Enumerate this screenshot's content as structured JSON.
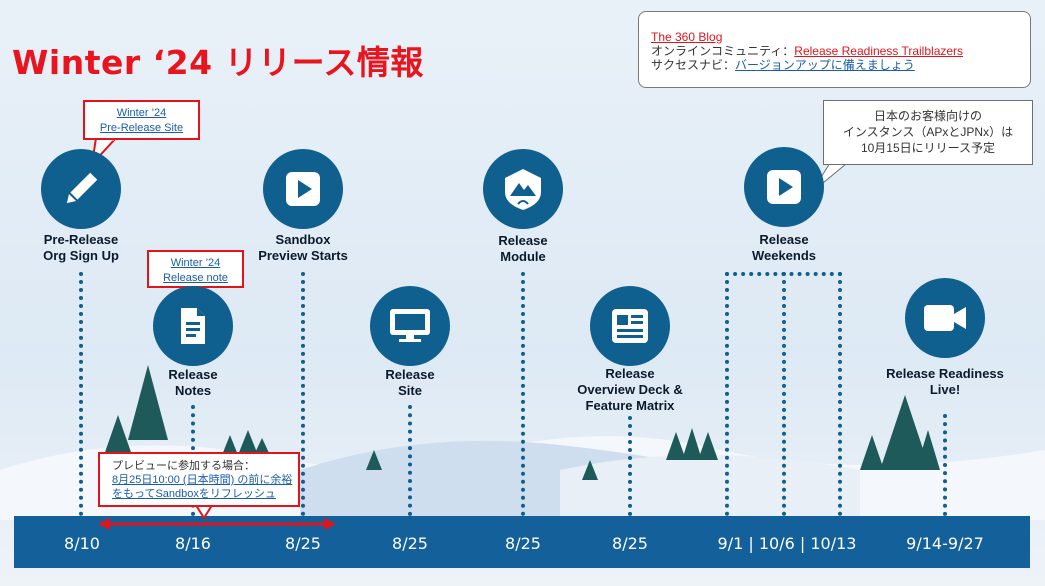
{
  "title": "Winter ‘24 リリース情報",
  "blog_box": {
    "line1": "The 360 Blog",
    "line2_prefix": "オンラインコミュニティ：",
    "line2_link": "Release Readiness Trailblazers",
    "line3_prefix": "サクセスナビ：",
    "line3_link": "バージョンアップに備えましょう"
  },
  "note_box": {
    "line1": "日本のお客様向けの",
    "line2": "インスタンス（APxとJPNx）は",
    "line3": "10月15日にリリース予定"
  },
  "callouts": {
    "prerelease_site_1": "Winter ’24",
    "prerelease_site_2": "Pre-Release Site",
    "release_note_1": "Winter ’24",
    "release_note_2": "Release note"
  },
  "preview_box": {
    "line1": "プレビューに参加する場合：",
    "line2": "8月25日10:00 (日本時間) の前に余裕",
    "line3": "をもってSandboxをリフレッシュ"
  },
  "milestones": [
    {
      "line1": "Pre-Release",
      "line2": "Org Sign Up",
      "icon": "pencil-icon"
    },
    {
      "line1": "Release",
      "line2": "Notes",
      "icon": "document-icon"
    },
    {
      "line1": "Sandbox",
      "line2": "Preview Starts",
      "icon": "play-icon"
    },
    {
      "line1": "Release",
      "line2": "Site",
      "icon": "monitor-icon"
    },
    {
      "line1": "Release",
      "line2": "Module",
      "icon": "trailhead-icon"
    },
    {
      "line1": "Release",
      "line2": "Overview Deck &",
      "line3": "Feature Matrix",
      "icon": "news-icon"
    },
    {
      "line1": "Release",
      "line2": "Weekends",
      "icon": "play-icon"
    },
    {
      "line1": "Release Readiness",
      "line2": "Live!",
      "icon": "video-icon"
    }
  ],
  "dates": [
    "8/10",
    "8/16",
    "8/25",
    "8/25",
    "8/25",
    "8/25",
    "9/1 | 10/6 | 10/13",
    "9/14-9/27"
  ],
  "colors": {
    "accent": "#0f5f8f",
    "title": "#e8141e",
    "band": "#13609a"
  }
}
